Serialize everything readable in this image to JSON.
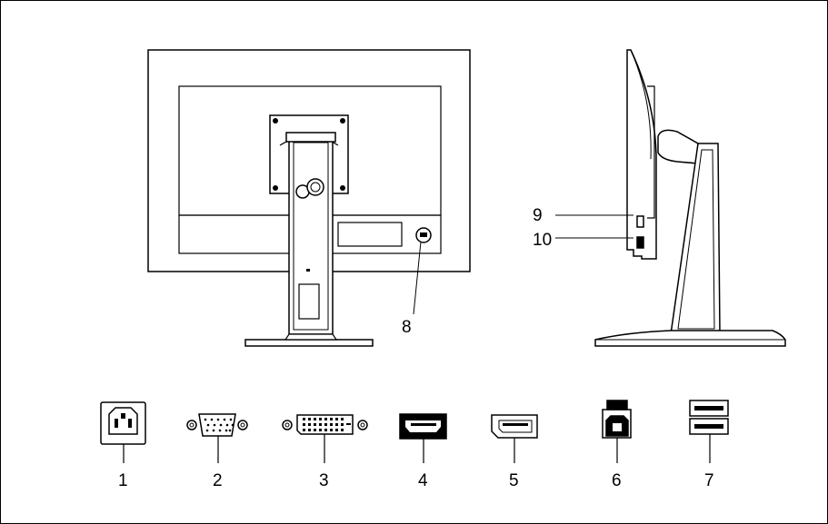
{
  "callouts": {
    "power_socket": "1",
    "vga_port": "2",
    "dvi_port": "3",
    "hdmi_port": "4",
    "displayport": "5",
    "usb_upstream": "6",
    "usb_downstream": "7",
    "kensington_lock": "8",
    "side_button_9": "9",
    "side_button_10": "10"
  },
  "colors": {
    "line": "#000000",
    "fill_dark": "#000000",
    "background": "#ffffff"
  }
}
